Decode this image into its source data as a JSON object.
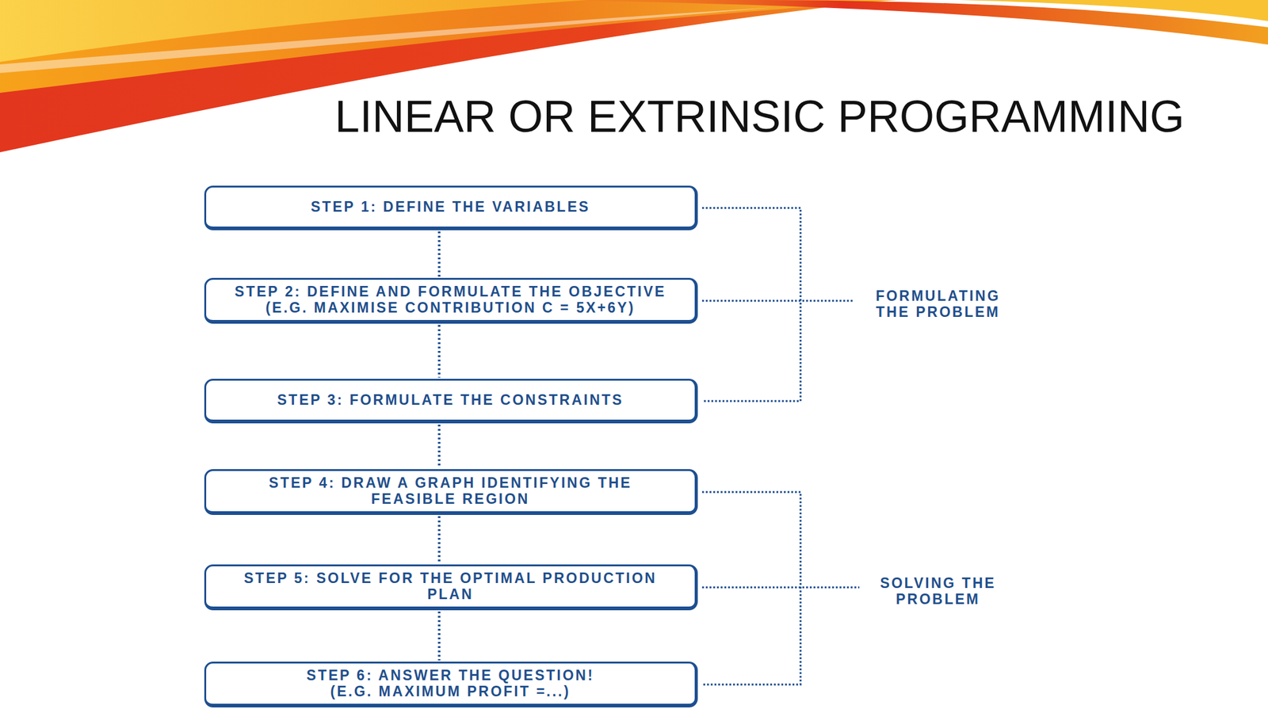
{
  "diagram": {
    "title": "LINEAR OR EXTRINSIC PROGRAMMING",
    "nodes": [
      {
        "text": [
          "STEP 1: DEFINE THE VARIABLES"
        ]
      },
      {
        "text": [
          "STEP 2: DEFINE AND FORMULATE THE OBJECTIVE",
          "(E.G. MAXIMISE CONTRIBUTION C = 5X+6Y)"
        ]
      },
      {
        "text": [
          "STEP 3: FORMULATE THE CONSTRAINTS"
        ]
      },
      {
        "text": [
          "STEP 4: DRAW A GRAPH IDENTIFYING THE FEASIBLE REGION"
        ]
      },
      {
        "text": [
          "STEP 5: SOLVE FOR THE OPTIMAL PRODUCTION PLAN"
        ]
      },
      {
        "text": [
          "STEP 6: ANSWER THE QUESTION!",
          "(E.G. MAXIMUM PROFIT =...)"
        ]
      }
    ],
    "edges": [
      {
        "from": 0,
        "to": 1,
        "arrow": "none"
      },
      {
        "from": 1,
        "to": 2,
        "arrow": "none"
      },
      {
        "from": 2,
        "to": 3,
        "arrow": "none"
      },
      {
        "from": 3,
        "to": 4,
        "arrow": "none"
      },
      {
        "from": 4,
        "to": 5,
        "arrow": "none"
      }
    ],
    "labels": [
      "FORMULATING THE PROBLEM",
      "SOLVING THE PROBLEM"
    ]
  }
}
